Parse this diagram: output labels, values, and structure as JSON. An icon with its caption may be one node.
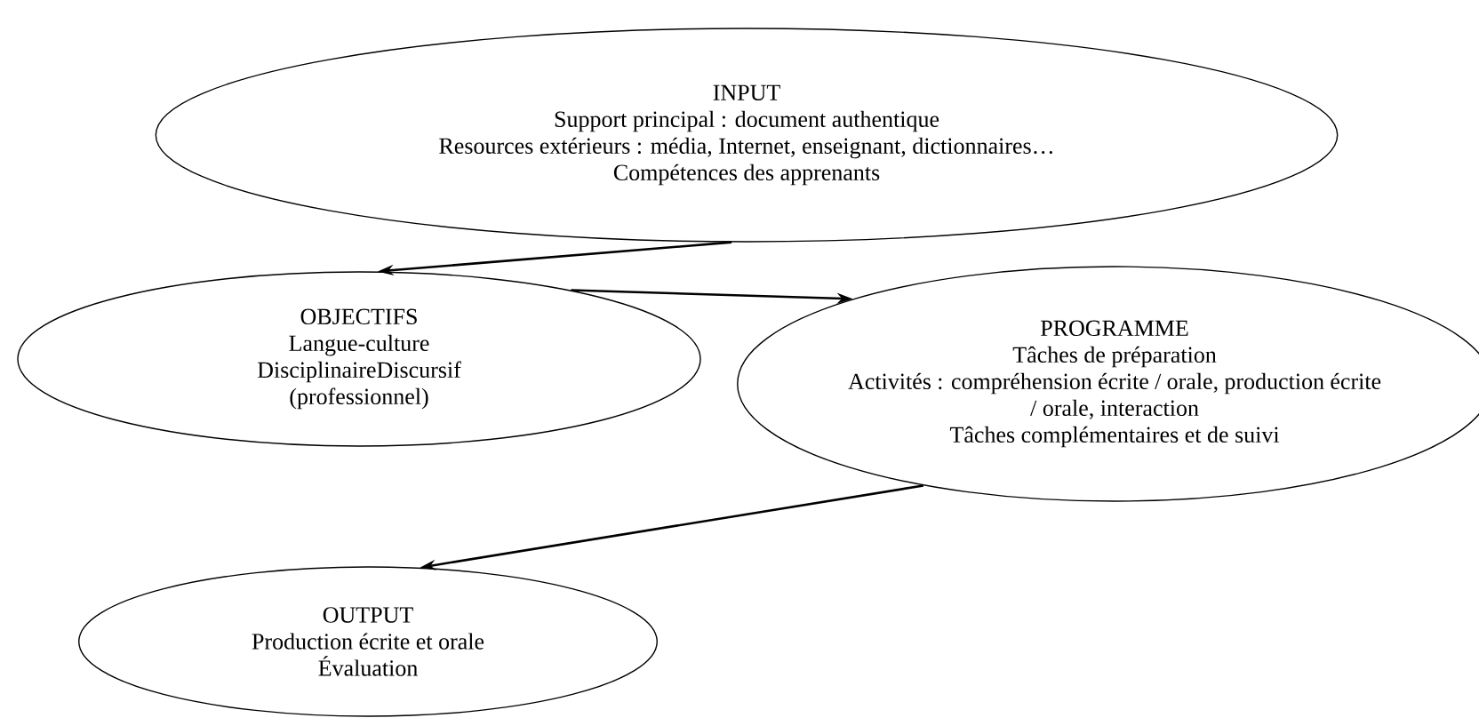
{
  "diagram": {
    "nodes": [
      {
        "text": [
          "INPUT",
          "Support principal : document authentique",
          "Resources extérieurs : média, Internet, enseignant, dictionnaires…",
          "Compétences des apprenants"
        ]
      },
      {
        "text": [
          "OBJECTIFS",
          "Langue-culture",
          "DisciplinaireDiscursif",
          "(professionnel)"
        ]
      },
      {
        "text": [
          "PROGRAMME",
          "Tâches de préparation",
          "Activités : compréhension  écrite / orale, production écrite / orale, interaction",
          "Tâches complémentaires et de suivi"
        ]
      },
      {
        "text": [
          "OUTPUT",
          "Production écrite et orale",
          "Évaluation"
        ]
      }
    ],
    "edges": [
      {
        "from": 0,
        "to": 1,
        "arrow": "to"
      },
      {
        "from": 1,
        "to": 2,
        "arrow": "to"
      },
      {
        "from": 2,
        "to": 3,
        "arrow": "to"
      }
    ]
  }
}
